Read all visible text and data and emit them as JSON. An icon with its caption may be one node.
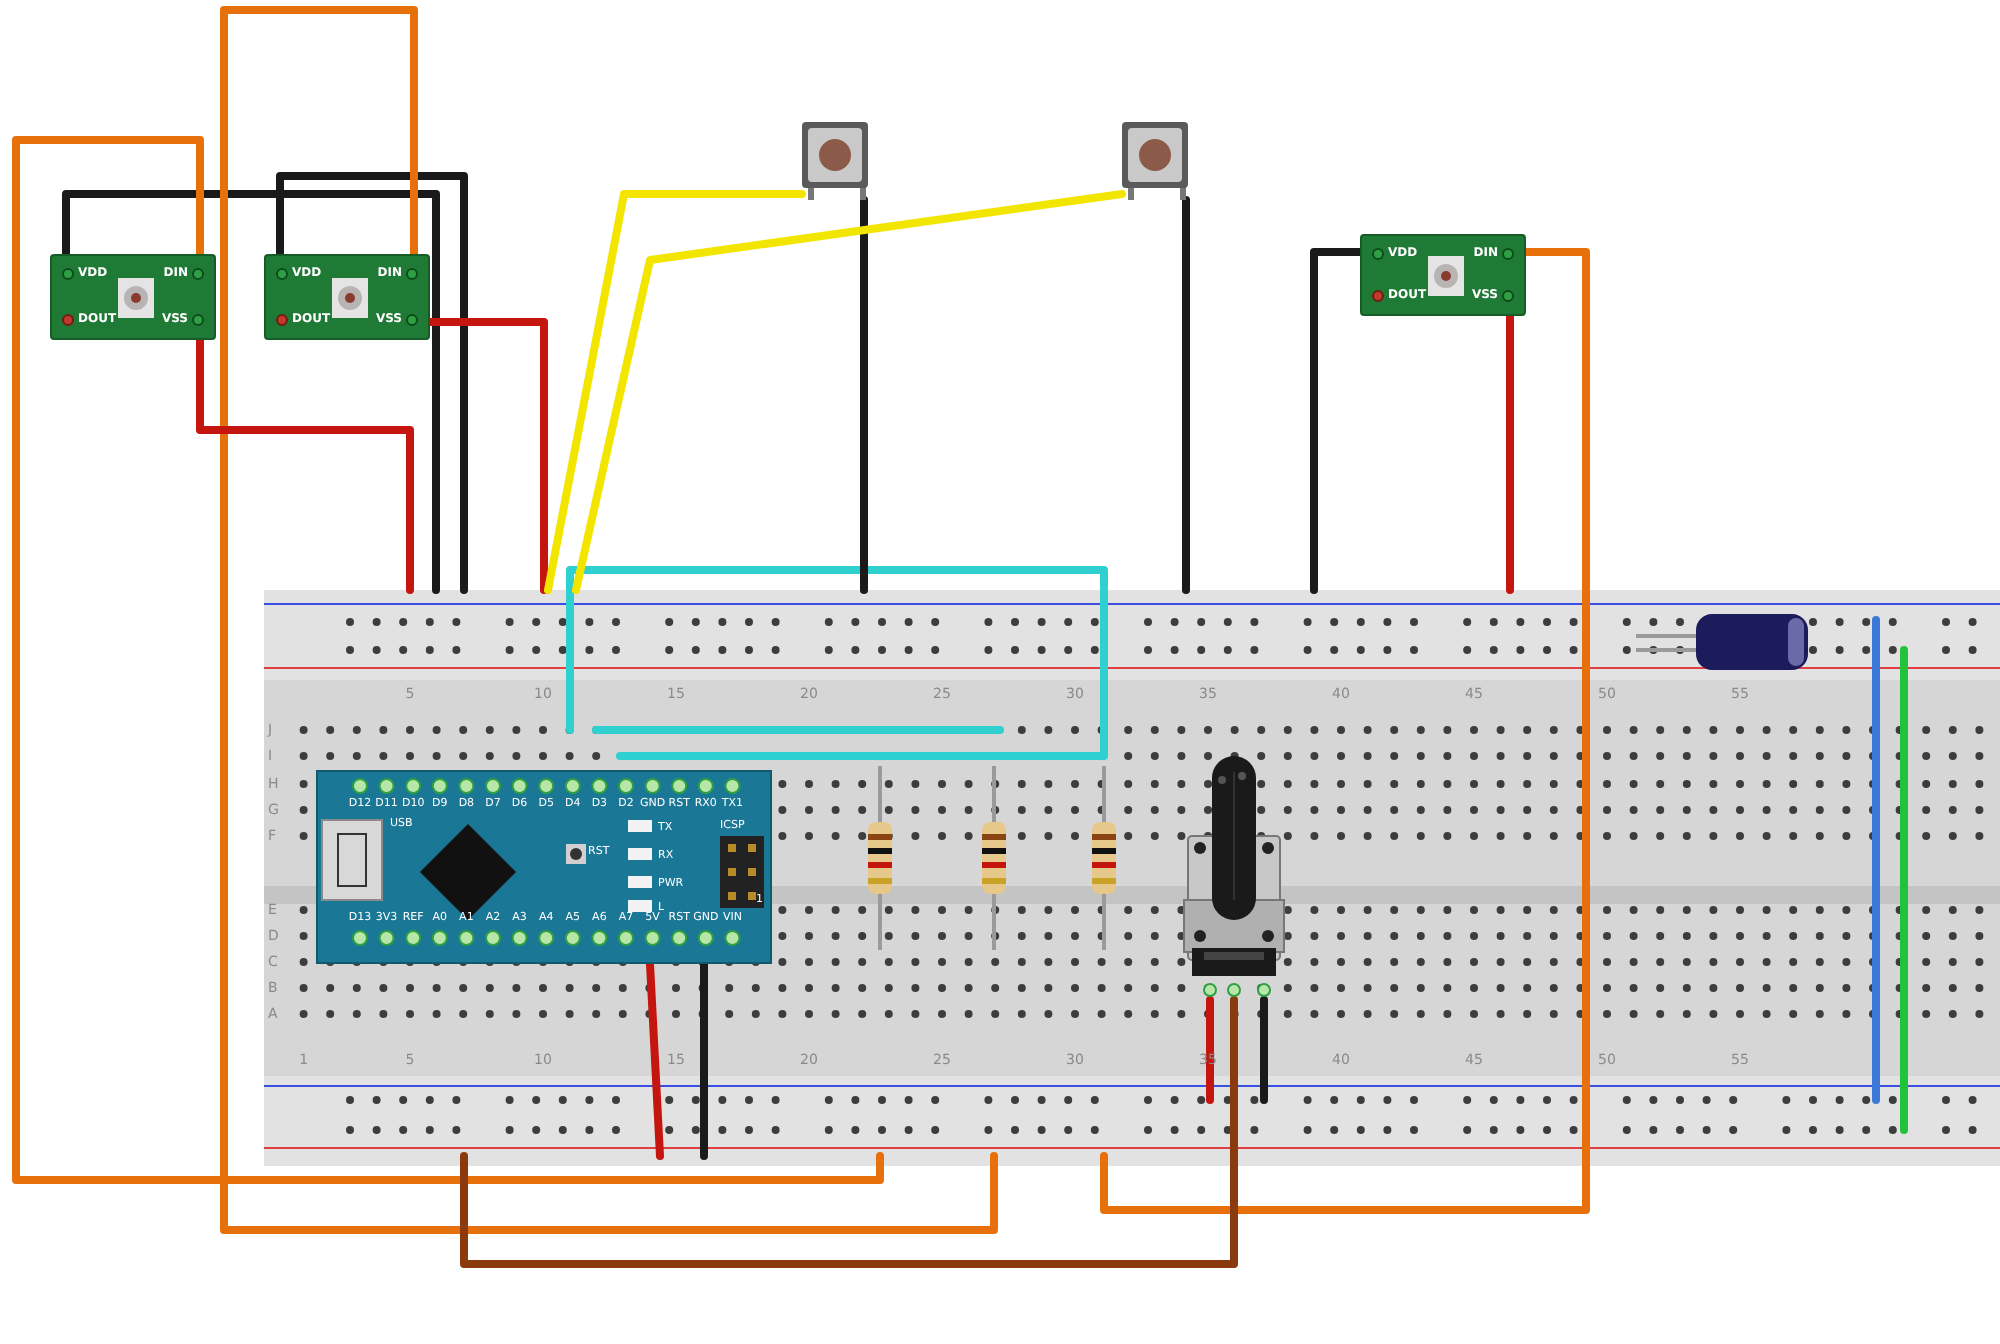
{
  "diagram": {
    "nodes": [
      {
        "text": [
          "VDD",
          "DIN",
          "DOUT",
          "VSS"
        ]
      },
      {
        "text": [
          "VDD",
          "DIN",
          "DOUT",
          "VSS"
        ]
      },
      {
        "text": [],
        "shape": "picture"
      },
      {
        "text": [],
        "shape": "picture"
      },
      {
        "text": [
          "VDD",
          "DIN",
          "DOUT",
          "VSS"
        ]
      },
      {
        "text": [
          "5",
          "10",
          "15",
          "20",
          "25",
          "30",
          "35",
          "40",
          "45",
          "50",
          "55",
          "J",
          "I",
          "H",
          "G",
          "F",
          "E",
          "D",
          "C",
          "B",
          "A",
          "1",
          "5",
          "10",
          "15",
          "20",
          "25",
          "30",
          "35",
          "40",
          "45",
          "50",
          "55"
        ]
      },
      {
        "text": [
          "D12",
          "D11",
          "D10",
          "D9",
          "D8",
          "D7",
          "D6",
          "D5",
          "D4",
          "D3",
          "D2",
          "GND",
          "RST",
          "RX0",
          "TX1",
          "D13",
          "3V3",
          "REF",
          "A0",
          "A1",
          "A2",
          "A3",
          "A4",
          "A5",
          "A6",
          "A7",
          "5V",
          "RST",
          "GND",
          "VIN",
          "TX",
          "RX",
          "PWR",
          "L",
          "RST",
          "USB",
          "ICSP",
          "1"
        ],
        "in": 5
      },
      {
        "text": [],
        "shape": "picture",
        "in": 5
      },
      {
        "text": [],
        "shape": "picture",
        "in": 5
      },
      {
        "text": [],
        "shape": "picture",
        "in": 5
      },
      {
        "text": [],
        "shape": "picture",
        "in": 5
      },
      {
        "text": [],
        "shape": "cylinder",
        "in": 5
      }
    ],
    "edges": [
      {
        "from": 0,
        "to": 5,
        "arrow": "none"
      },
      {
        "from": 1,
        "to": 5,
        "arrow": "none"
      },
      {
        "from": 0,
        "to": 5,
        "arrow": "none",
        "color": "#e8700a"
      },
      {
        "from": 1,
        "to": 5,
        "arrow": "none",
        "color": "#e8700a"
      },
      {
        "from": 0,
        "to": 5,
        "arrow": "none",
        "color": "#c4150f"
      },
      {
        "from": 1,
        "to": 5,
        "arrow": "none",
        "color": "#c4150f"
      },
      {
        "from": 2,
        "to": 5,
        "arrow": "none",
        "color": "#f2e600"
      },
      {
        "from": 2,
        "to": 5,
        "arrow": "none"
      },
      {
        "from": 3,
        "to": 5,
        "arrow": "none",
        "color": "#f2e600"
      },
      {
        "from": 3,
        "to": 5,
        "arrow": "none"
      },
      {
        "from": 4,
        "to": 5,
        "arrow": "none"
      },
      {
        "from": 4,
        "to": 5,
        "arrow": "none",
        "color": "#e8700a"
      },
      {
        "from": 4,
        "to": 5,
        "arrow": "none",
        "color": "#c4150f"
      },
      {
        "from": 6,
        "to": 5,
        "arrow": "none",
        "color": "#c4150f"
      },
      {
        "from": 6,
        "to": 5,
        "arrow": "none"
      },
      {
        "from": 10,
        "to": 5,
        "arrow": "none",
        "color": "#c4150f"
      },
      {
        "from": 10,
        "to": 5,
        "arrow": "none",
        "color": "#8a3a0c"
      },
      {
        "from": 10,
        "to": 5,
        "arrow": "none"
      }
    ]
  }
}
